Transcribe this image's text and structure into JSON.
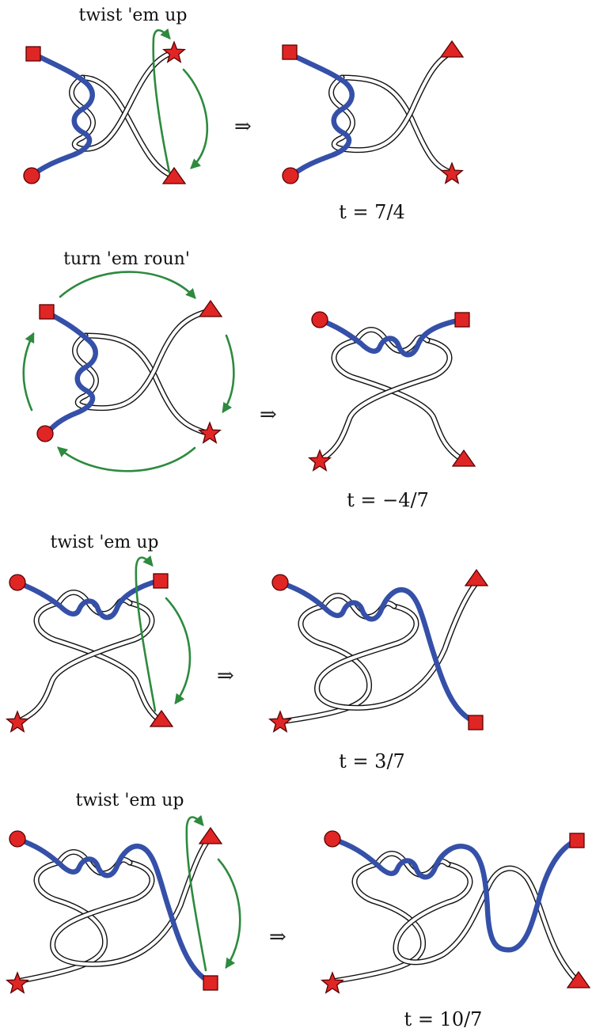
{
  "panels": [
    {
      "action": "twist 'em up",
      "implies": "⇒",
      "result": "t = 7/4"
    },
    {
      "action": "turn 'em roun'",
      "implies": "⇒",
      "result": "t = −4/7"
    },
    {
      "action": "twist 'em up",
      "implies": "⇒",
      "result": "t = 3/7"
    },
    {
      "action": "twist 'em up",
      "implies": "⇒",
      "result": "t = 10/7"
    }
  ],
  "colors": {
    "marker": "#e02525",
    "blue_strand": "#3550a8",
    "green_arrow": "#2d8a3e"
  },
  "icons": [
    "square-marker",
    "circle-marker",
    "triangle-marker",
    "star-marker"
  ]
}
